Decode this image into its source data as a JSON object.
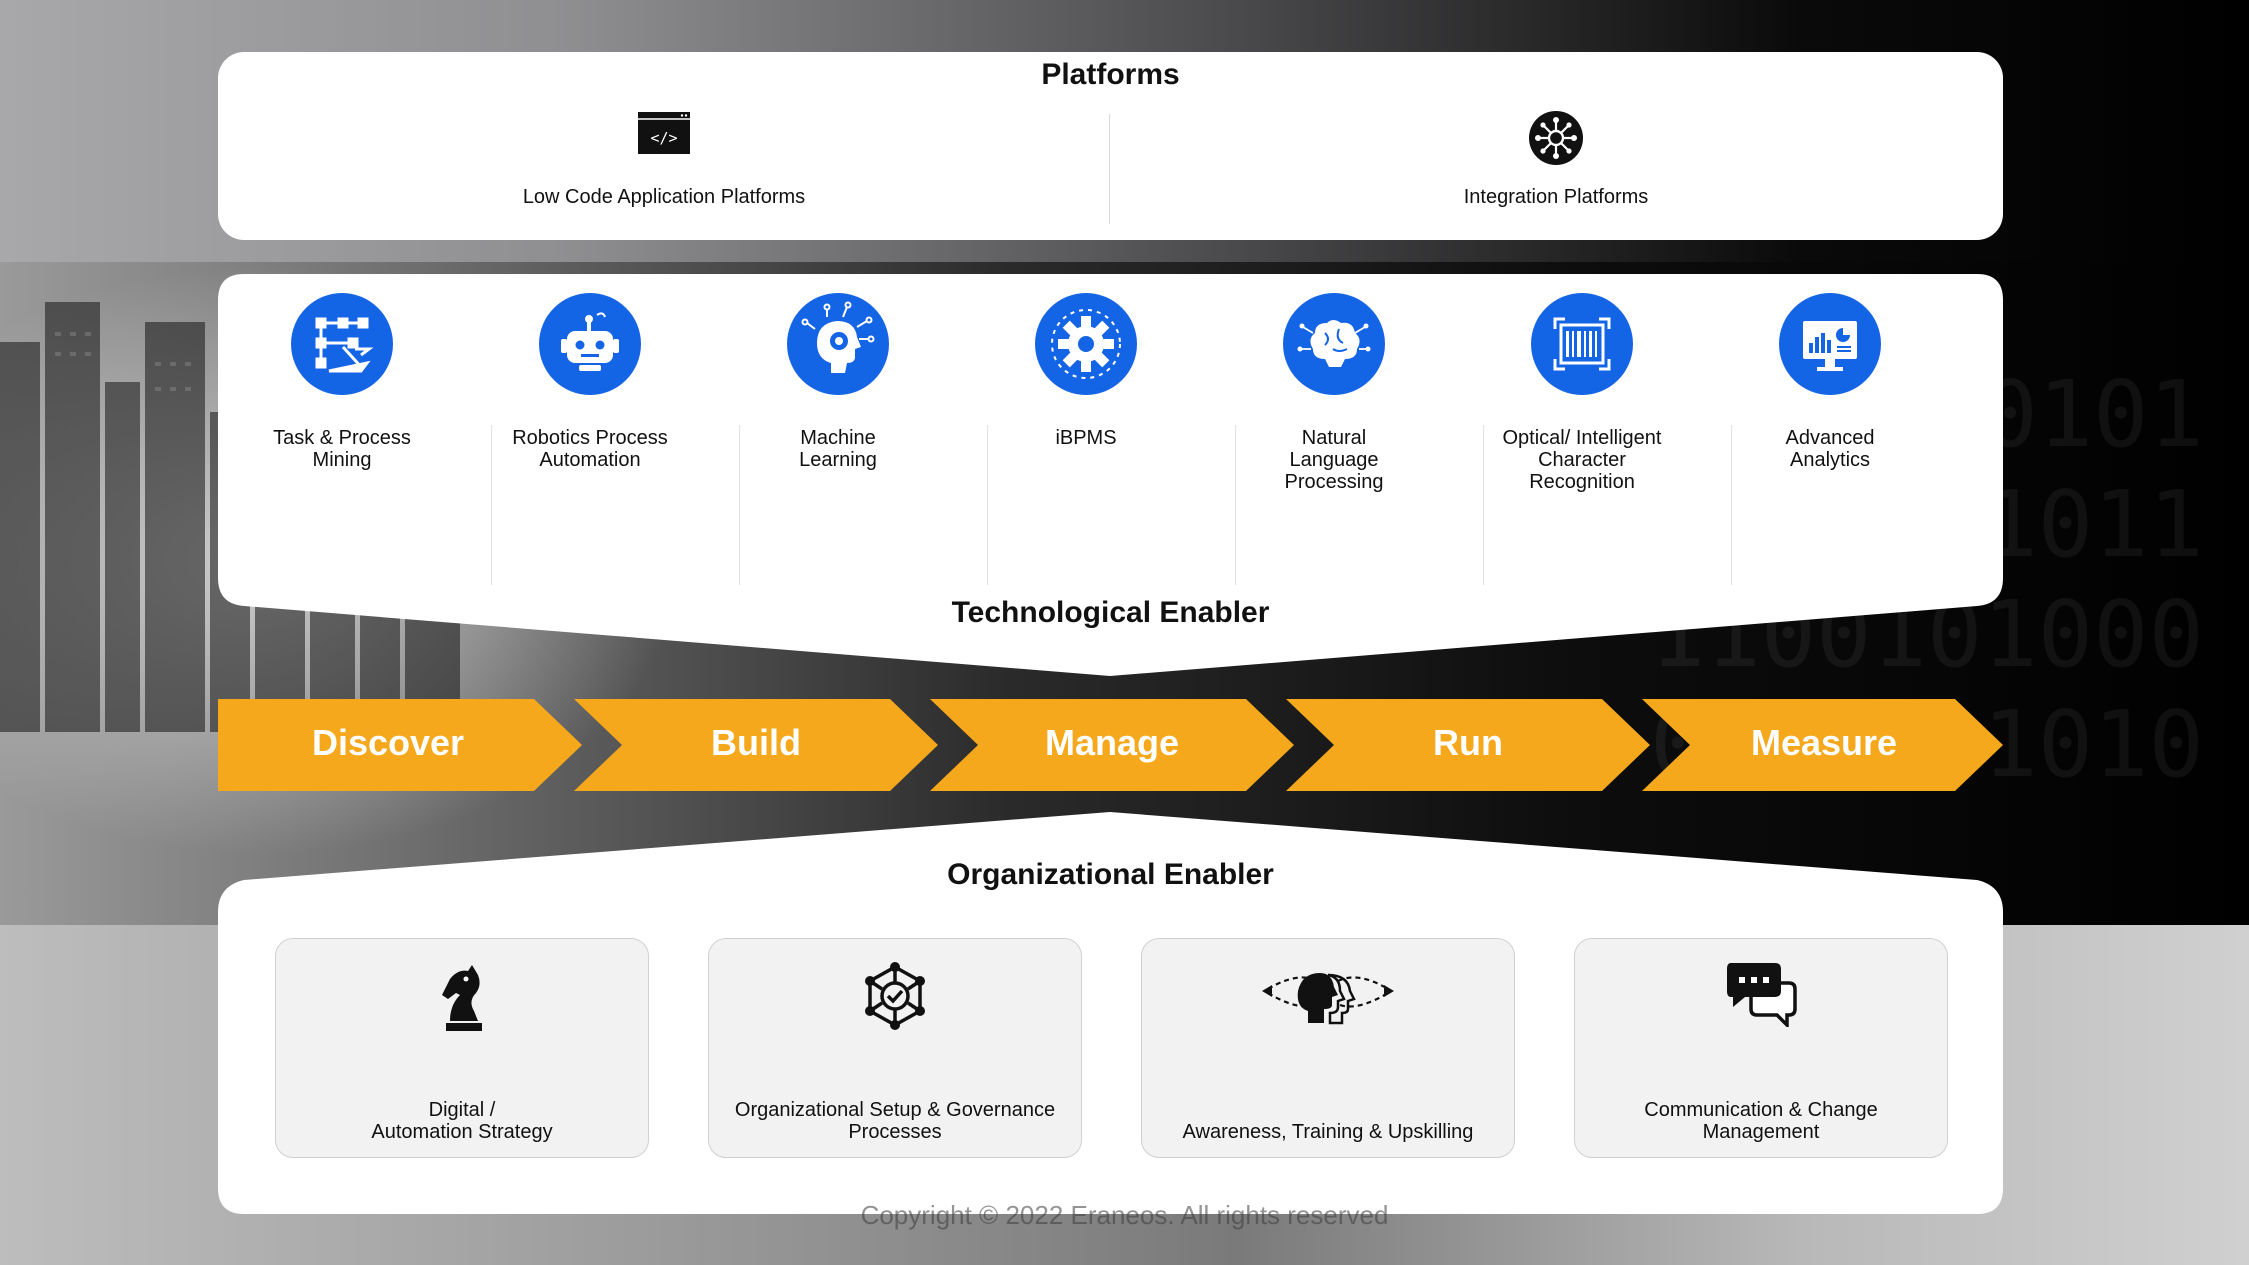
{
  "platforms": {
    "title": "Platforms",
    "items": [
      {
        "label": "Low Code Application Platforms",
        "icon": "code-window-icon"
      },
      {
        "label": "Integration Platforms",
        "icon": "integration-hub-icon"
      }
    ]
  },
  "technological_enabler": {
    "title": "Technological Enabler",
    "accent_color": "#1464e6",
    "items": [
      {
        "label": "Task & Process\nMining",
        "icon": "process-mining-icon"
      },
      {
        "label": "Robotics Process\nAutomation",
        "icon": "robot-icon"
      },
      {
        "label": "Machine\nLearning",
        "icon": "machine-learning-head-icon"
      },
      {
        "label": "iBPMS",
        "icon": "gear-icon"
      },
      {
        "label": "Natural\nLanguage\nProcessing",
        "icon": "brain-icon"
      },
      {
        "label": "Optical/ Intelligent\nCharacter\nRecognition",
        "icon": "barcode-scan-icon"
      },
      {
        "label": "Advanced\nAnalytics",
        "icon": "analytics-monitor-icon"
      }
    ]
  },
  "phases": {
    "color": "#f6a81c",
    "items": [
      "Discover",
      "Build",
      "Manage",
      "Run",
      "Measure"
    ]
  },
  "organizational_enabler": {
    "title": "Organizational Enabler",
    "items": [
      {
        "label": "Digital /\nAutomation Strategy",
        "icon": "chess-knight-icon"
      },
      {
        "label": "Organizational Setup & Governance\nProcesses",
        "icon": "network-check-icon"
      },
      {
        "label": "Awareness, Training & Upskilling",
        "icon": "head-profile-icon"
      },
      {
        "label": "Communication & Change\nManagement",
        "icon": "chat-bubbles-icon"
      }
    ]
  },
  "footer": {
    "copyright": "Copyright © 2022 Eraneos. All rights reserved"
  }
}
